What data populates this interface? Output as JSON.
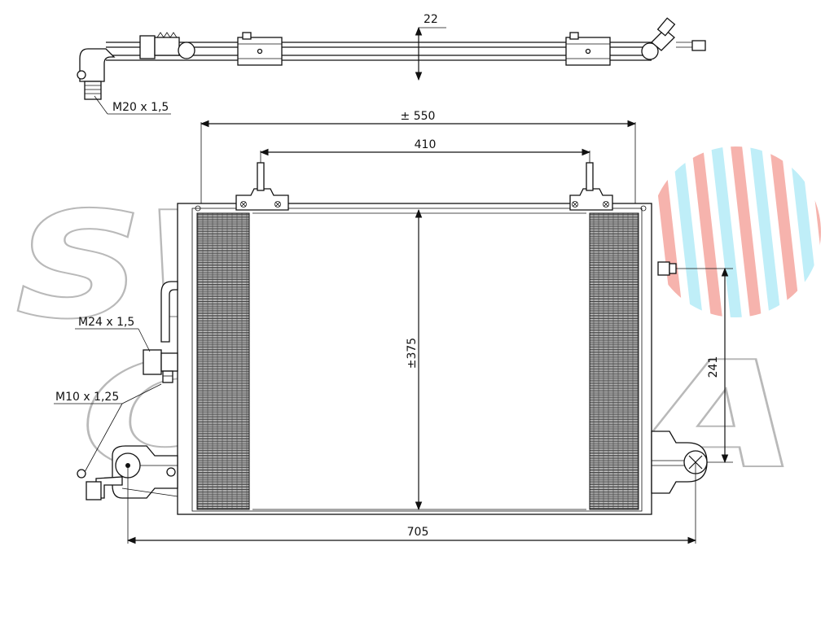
{
  "watermark": {
    "line1": "SWISS",
    "line2": "CLIMA"
  },
  "logo": {
    "stripe_colors": [
      "#f6b3ad",
      "#bfeef8"
    ]
  },
  "dimensions": {
    "top_tube_offset": "22",
    "overall_width": "± 550",
    "mount_spacing": "410",
    "core_height": "±375",
    "sensor_height": "241",
    "bracket_span": "705"
  },
  "threads": {
    "top_fitting": "M20 x 1,5",
    "inlet_fitting": "M24 x 1,5",
    "switch_fitting": "M10 x 1,25"
  },
  "colors": {
    "outline": "#111111",
    "watermark_stroke": "#b9b9b9"
  }
}
